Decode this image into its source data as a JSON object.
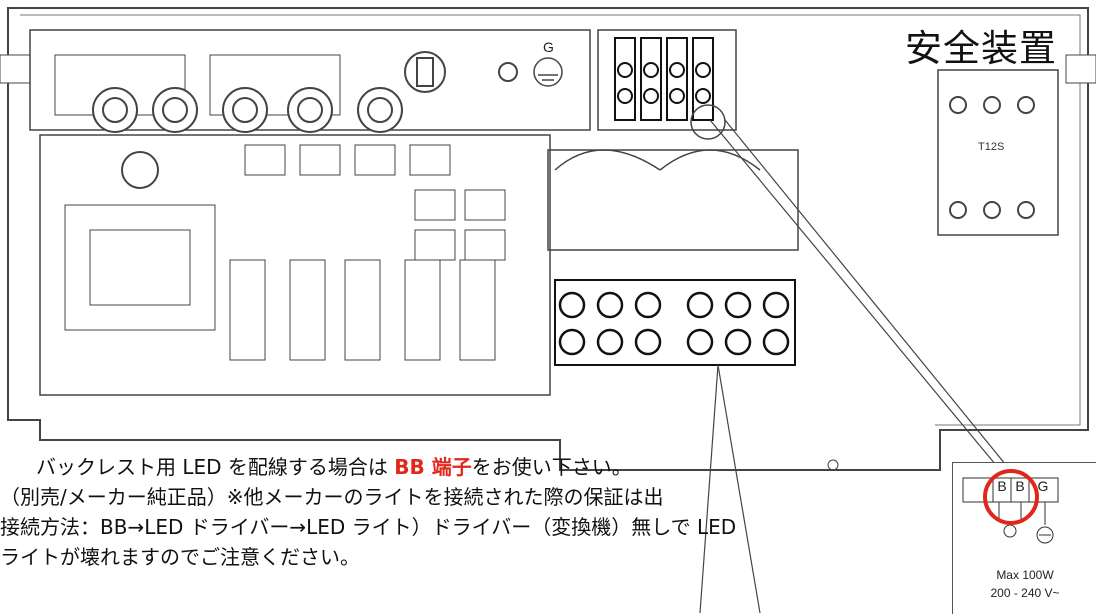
{
  "title": "安全装置",
  "note": {
    "line1_prefix": "バックレスト用 LED を配線する場合は ",
    "line1_highlight": "BB 端子",
    "line1_suffix": "をお使い下さい。",
    "line2": "（別売/メーカー純正品）※他メーカーのライトを接続された際の保証は出",
    "line3": "接続方法：BB→LED ドライバー→LED ライト）ドライバー（変換機）無しで LED",
    "line4": "ライトが壊れますのでご注意ください。"
  },
  "terminal_block": {
    "labels": [
      "B",
      "B",
      "G"
    ],
    "max_power": "Max 100W",
    "voltage": "200 - 240 V~"
  },
  "board_labels": {
    "ground_mark": "G",
    "fuse_text": "T12S"
  },
  "colors": {
    "highlight": "#e1261c",
    "circle": "#e1261c",
    "line": "#333333"
  }
}
